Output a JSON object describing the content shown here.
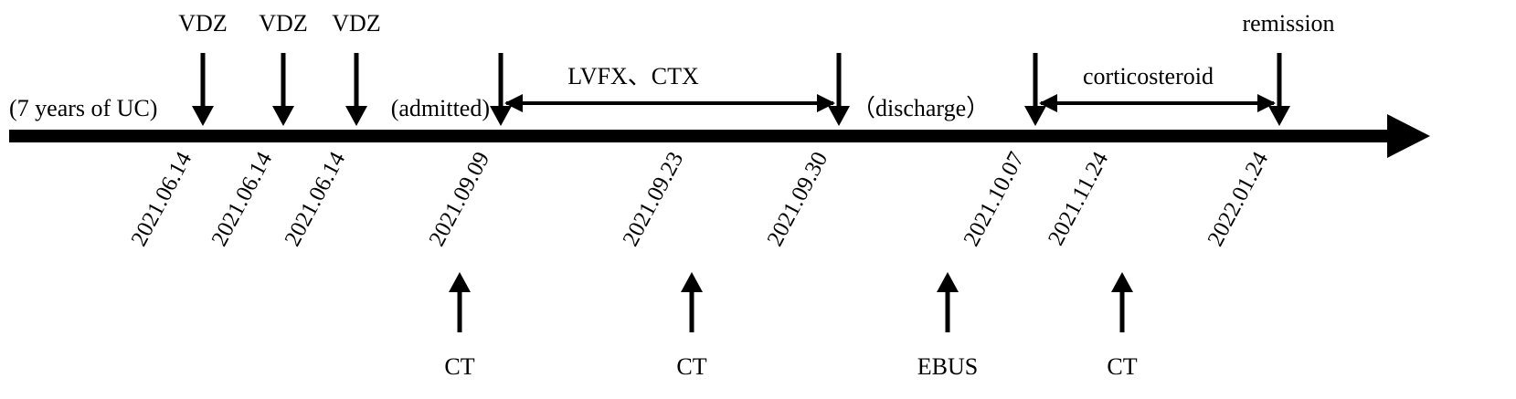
{
  "timeline": {
    "before_label": "(7 years of UC)",
    "dates": [
      "2021.06.14",
      "2021.06.14",
      "2021.06.14",
      "2021.09.09",
      "2021.09.23",
      "2021.09.30",
      "2021.10.07",
      "2021.11.24",
      "2022.01.24"
    ],
    "top_events": [
      {
        "label": "VDZ",
        "date_index": 0
      },
      {
        "label": "VDZ",
        "date_index": 1
      },
      {
        "label": "VDZ",
        "date_index": 2
      },
      {
        "label": "remission",
        "date_index": 8
      }
    ],
    "side_labels": [
      {
        "label": "(admitted)",
        "date_index": 3
      },
      {
        "label": "（discharge）",
        "date_index": 5
      }
    ],
    "spans": [
      {
        "label": "LVFX、CTX",
        "from_index": 3,
        "to_index": 5
      },
      {
        "label": "corticosteroid",
        "from_index": 6,
        "to_index": 8
      }
    ],
    "bottom_events": [
      {
        "label": "CT",
        "date_index": 3
      },
      {
        "label": "CT",
        "date_index": 4
      },
      {
        "label": "EBUS",
        "date_index": 6
      },
      {
        "label": "CT",
        "date_index": 7
      }
    ]
  }
}
